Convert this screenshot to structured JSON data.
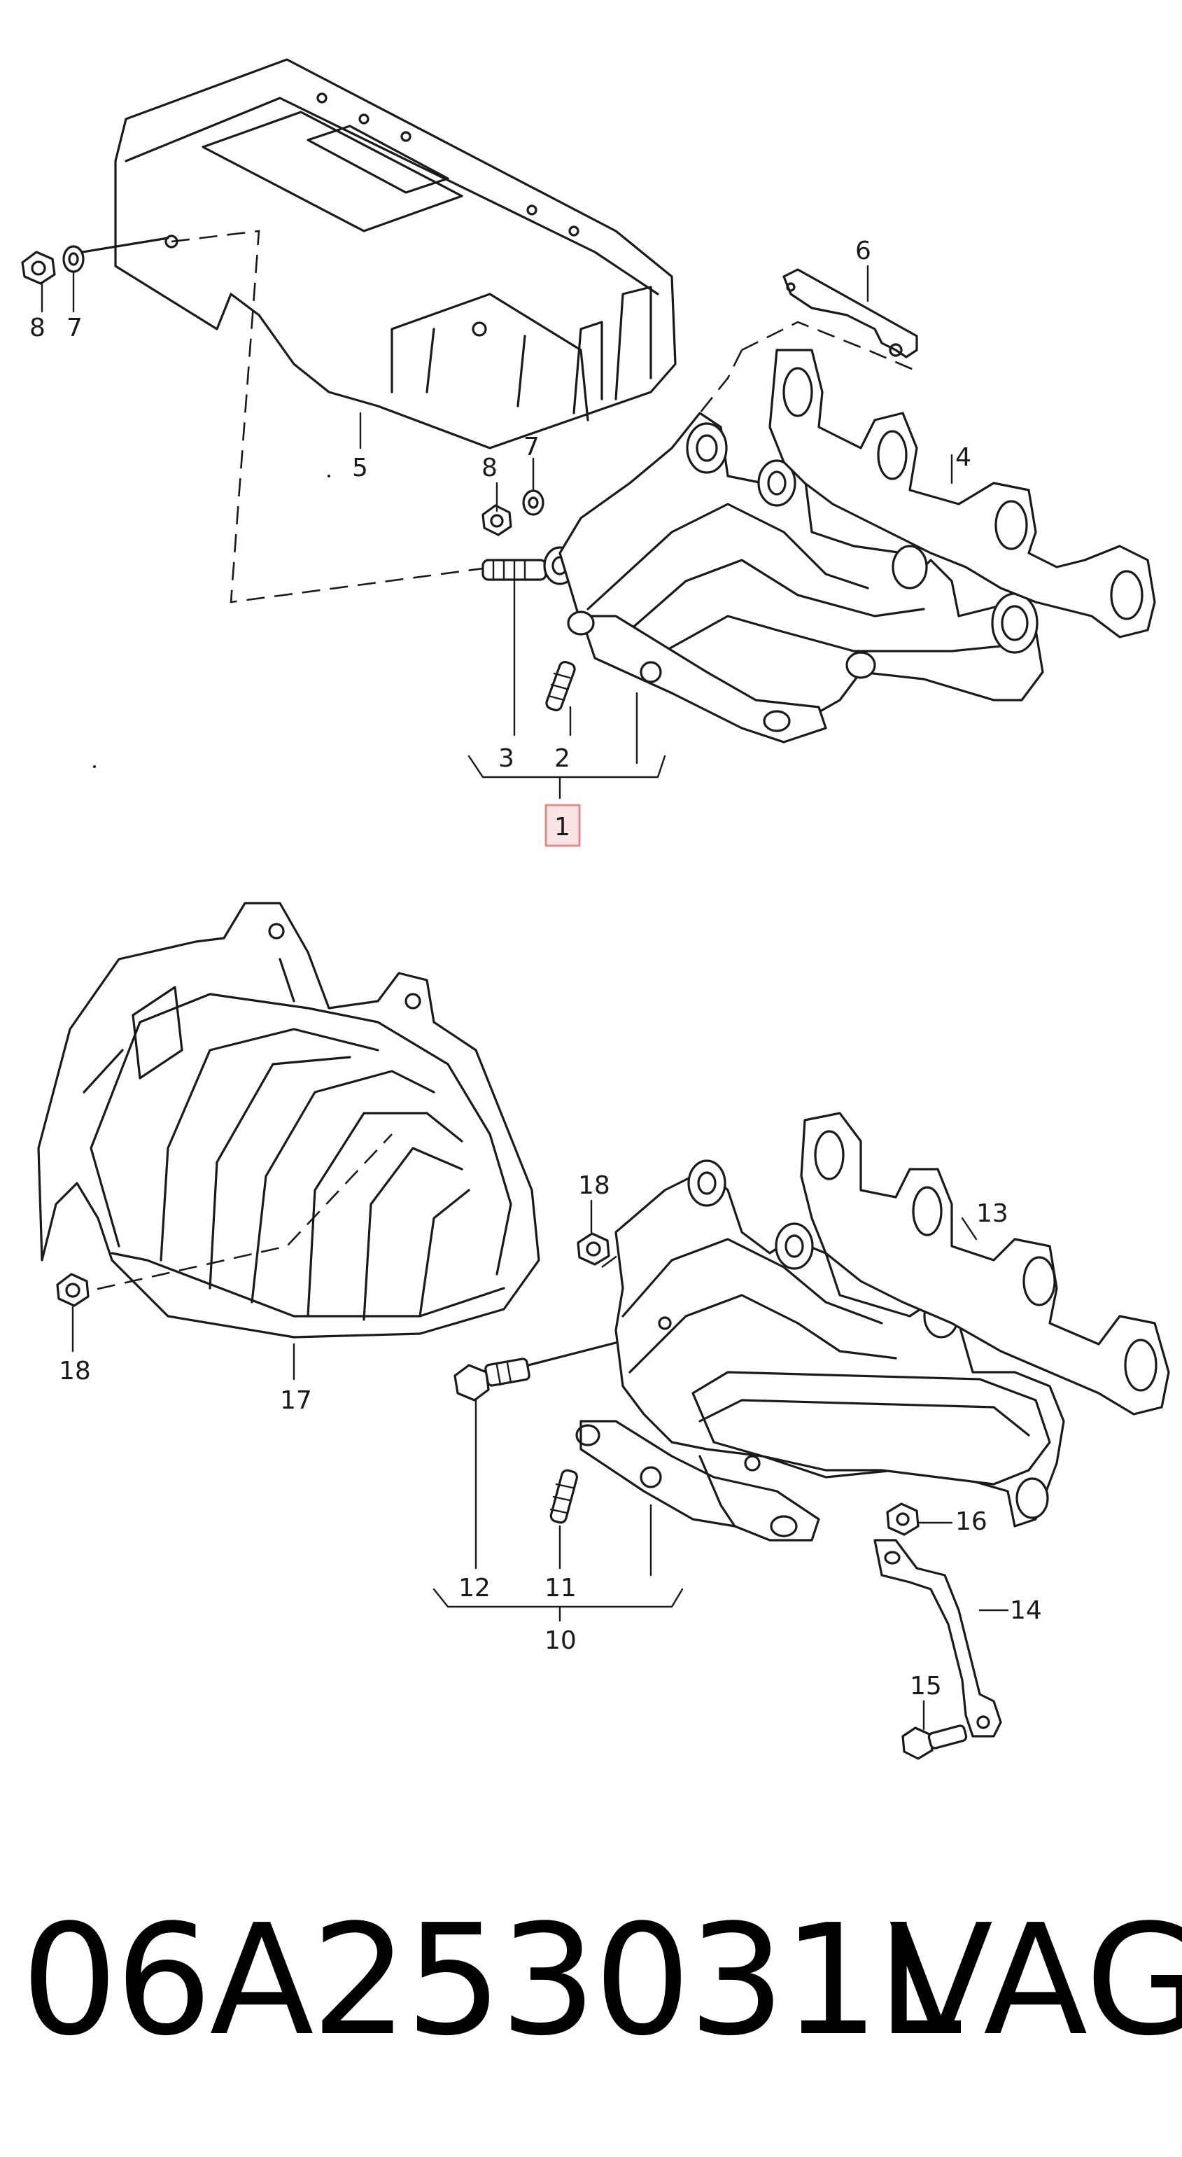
{
  "callouts": {
    "n1": "1",
    "n2": "2",
    "n3": "3",
    "n4": "4",
    "n5": "5",
    "n6": "6",
    "n7a": "7",
    "n7b": "7",
    "n8a": "8",
    "n8b": "8",
    "n10": "10",
    "n11": "11",
    "n12": "12",
    "n13": "13",
    "n14": "14",
    "n15": "15",
    "n16": "16",
    "n17": "17",
    "n18a": "18",
    "n18b": "18"
  },
  "caption": {
    "part_number": "06A253031L",
    "brand": "VAG"
  },
  "colors": {
    "line": "#1a1a1a",
    "highlight_box": "#e08a8a",
    "highlight_fill": "#fbe4e4"
  }
}
